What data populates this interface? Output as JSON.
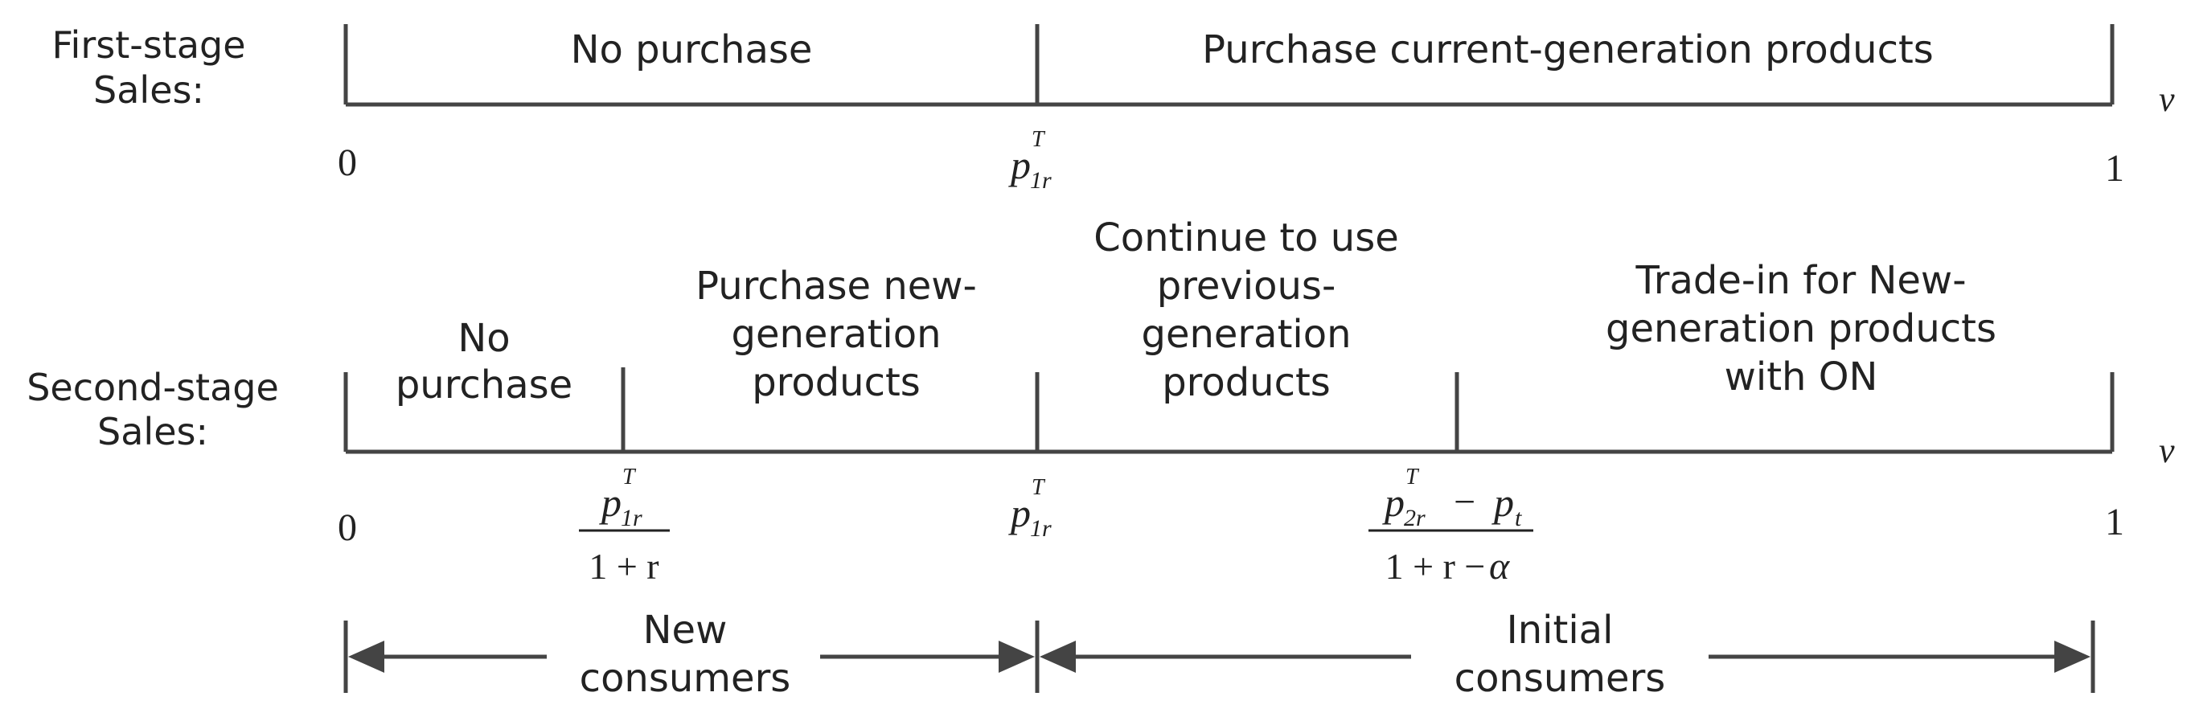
{
  "stage1": {
    "label_line1": "First-stage",
    "label_line2": "Sales:",
    "seg_no_purchase": "No purchase",
    "seg_purchase_current": "Purchase current-generation products",
    "axis_var": "v",
    "tick_start": "0",
    "tick_end": "1",
    "tick_mid": {
      "base": "p",
      "sup": "T",
      "sub": "1r"
    }
  },
  "stage2": {
    "label_line1": "Second-stage",
    "label_line2": "Sales:",
    "seg1": [
      "No",
      "purchase"
    ],
    "seg2": [
      "Purchase new-",
      "generation",
      "products"
    ],
    "seg3": [
      "Continue to use",
      "previous-",
      "generation",
      "products"
    ],
    "seg4": [
      "Trade-in for New-",
      "generation products",
      "with ON"
    ],
    "axis_var": "v",
    "tick_start": "0",
    "tick_end": "1",
    "tick_a": {
      "num_base": "p",
      "num_sup": "T",
      "num_sub": "1r",
      "den": "1 + r"
    },
    "tick_b": {
      "base": "p",
      "sup": "T",
      "sub": "1r"
    },
    "tick_c": {
      "num_base": "p",
      "num_sup": "T",
      "num_sub": "2r",
      "num_minus": "−",
      "num_p2": "p",
      "num_p2_sub": "t",
      "den_left": "1 + r −",
      "den_alpha": "α"
    }
  },
  "groups": {
    "new_consumers": [
      "New",
      "consumers"
    ],
    "initial_consumers": [
      "Initial",
      "consumers"
    ]
  }
}
